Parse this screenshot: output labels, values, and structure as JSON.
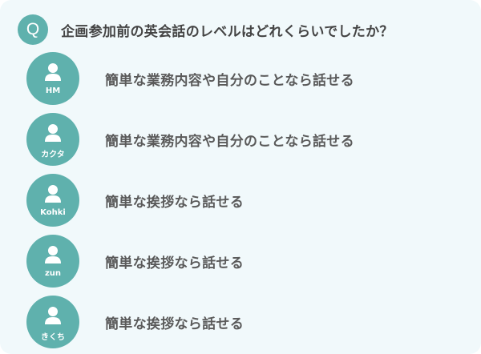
{
  "question": {
    "badge": "Q",
    "text": "企画参加前の英会話のレベルはどれくらいでしたか？"
  },
  "colors": {
    "accent": "#5fb1ad",
    "background": "#f1f9fb",
    "text": "#444444"
  },
  "answers": [
    {
      "name": "HM",
      "icon": "user-icon",
      "text": "簡単な業務内容や自分のことなら話せる"
    },
    {
      "name": "カクタ",
      "icon": "user-icon",
      "text": "簡単な業務内容や自分のことなら話せる"
    },
    {
      "name": "Kohki",
      "icon": "user-icon",
      "text": "簡単な挨拶なら話せる"
    },
    {
      "name": "zun",
      "icon": "user-icon",
      "text": "簡単な挨拶なら話せる"
    },
    {
      "name": "きくち",
      "icon": "user-icon",
      "text": "簡単な挨拶なら話せる"
    }
  ]
}
